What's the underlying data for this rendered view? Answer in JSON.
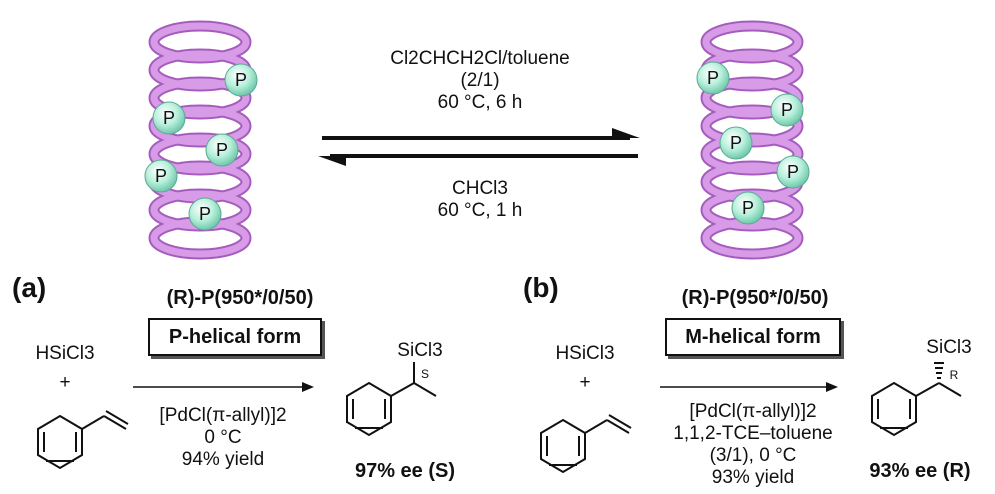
{
  "top": {
    "forward": {
      "line1": "Cl2CHCH2Cl/toluene",
      "line2": "(2/1)",
      "line3": "60 °C, 6 h"
    },
    "reverse": {
      "line1": "CHCl3",
      "line2": "60 °C, 1 h"
    },
    "helix_bead_label": "P"
  },
  "panel_a": {
    "label": "(a)",
    "polymer": "(R)-P(950*/0/50)",
    "form": "P-helical form",
    "reagent": "HSiCl3",
    "plus": "+",
    "catalyst": "[PdCl(π-allyl)]2",
    "temp": "0 °C",
    "yield": "94% yield",
    "product_group": "SiCl3",
    "stereo": "S",
    "ee": "97% ee (S)"
  },
  "panel_b": {
    "label": "(b)",
    "polymer": "(R)-P(950*/0/50)",
    "form": "M-helical form",
    "reagent": "HSiCl3",
    "plus": "+",
    "catalyst": "[PdCl(π-allyl)]2",
    "solvent": "1,1,2-TCE–toluene",
    "solvent_ratio_temp": "(3/1), 0 °C",
    "yield": "93% yield",
    "product_group": "SiCl3",
    "stereo": "R",
    "ee": "93% ee (R)"
  }
}
